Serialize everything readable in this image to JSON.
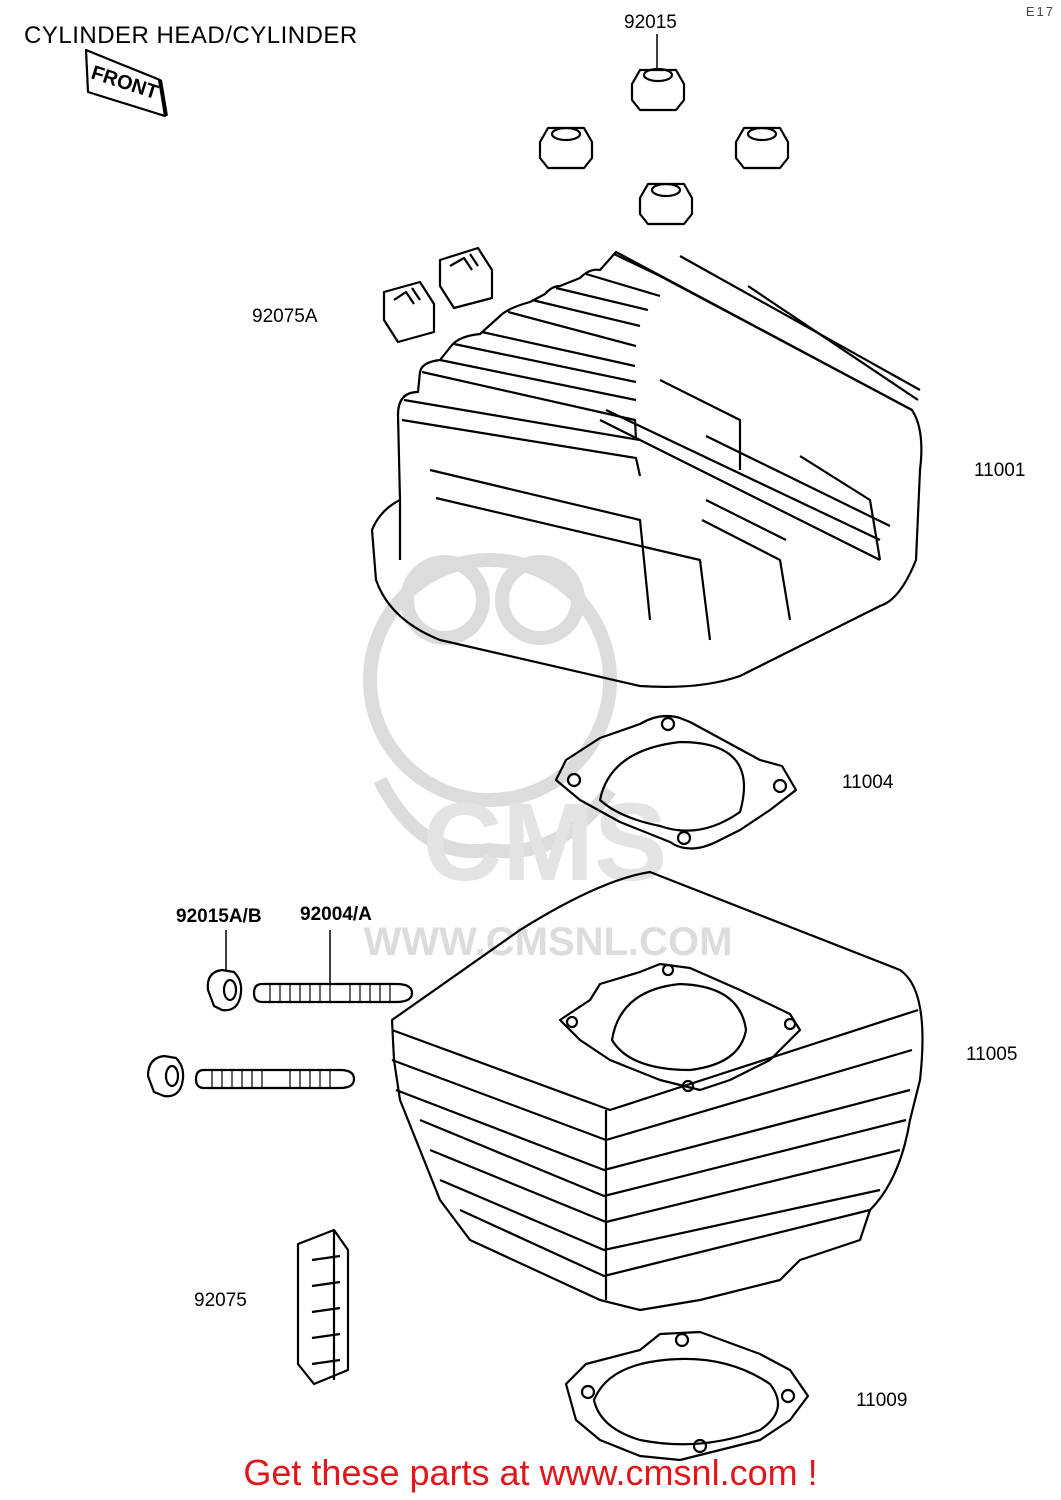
{
  "title": "CYLINDER HEAD/CYLINDER",
  "corner_code": "E17",
  "watermark": {
    "brand": "CMS",
    "url": "WWW.CMSNL.COM"
  },
  "parts": [
    {
      "number": "92015"
    },
    {
      "number": "92075A"
    },
    {
      "number": "11001"
    },
    {
      "number": "11004"
    },
    {
      "number": "92015A/B"
    },
    {
      "number": "92004/A"
    },
    {
      "number": "11005"
    },
    {
      "number": "92075"
    },
    {
      "number": "11009"
    }
  ],
  "front_label": "FRONT",
  "footer": "Get these parts at www.cmsnl.com !",
  "colors": {
    "line": "#000000",
    "watermark": "#d9d9d9",
    "footer": "#e0161b"
  }
}
